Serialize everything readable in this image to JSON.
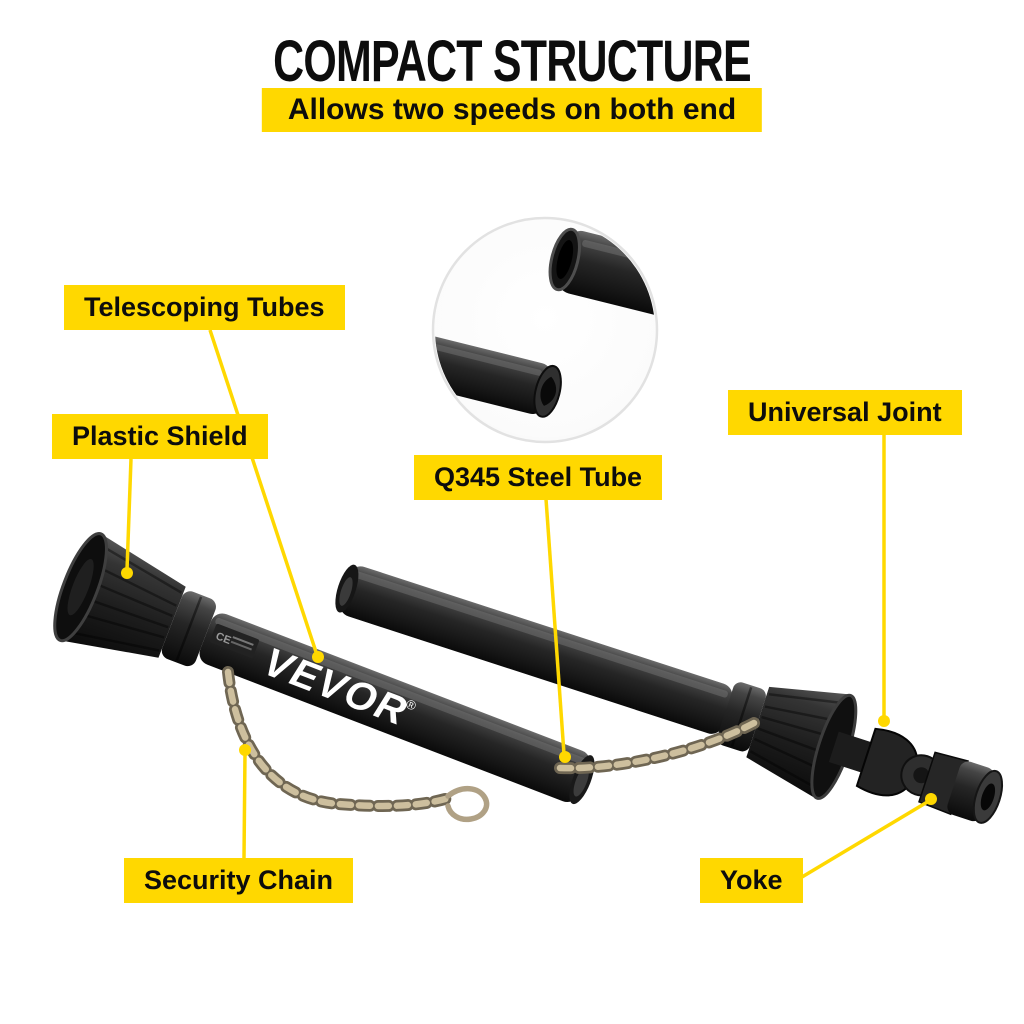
{
  "header": {
    "title": "COMPACT STRUCTURE",
    "subtitle": "Allows two speeds on both end"
  },
  "callouts": {
    "telescoping_tubes": "Telescoping Tubes",
    "plastic_shield": "Plastic Shield",
    "q345_steel_tube": "Q345 Steel Tube",
    "universal_joint": "Universal Joint",
    "security_chain": "Security Chain",
    "yoke": "Yoke"
  },
  "product": {
    "brand": "VEVOR",
    "brand_mark": "®",
    "ce_mark": "CE"
  },
  "colors": {
    "accent_yellow": "#FFD800",
    "text_black": "#0d0d0d",
    "product_dark": "#2b2b2b",
    "chain_gold": "#cdbf9e"
  }
}
